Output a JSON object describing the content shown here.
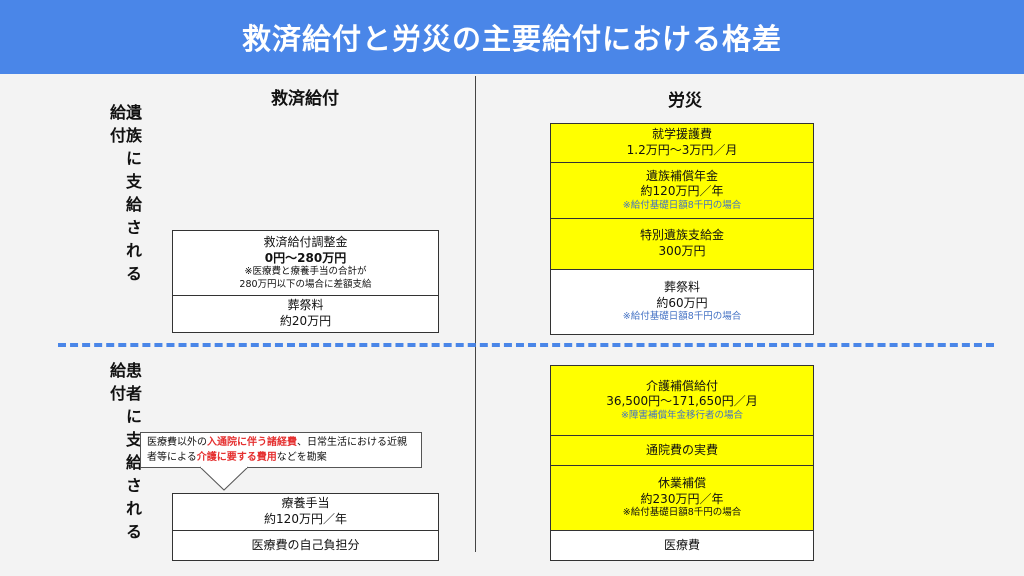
{
  "title": "救済給付と労災の主要給付における格差",
  "columns": {
    "left": "救済給付",
    "right": "労災"
  },
  "row_labels": {
    "top": "遺族に支給される給付",
    "bottom": "患者に支給される給付"
  },
  "left_top": {
    "adjustment": {
      "title": "救済給付調整金",
      "amount": "0円～280万円",
      "note_line1": "※医療費と療養手当の合計が",
      "note_line2": "280万円以下の場合に差額支給"
    },
    "funeral": {
      "title": "葬祭料",
      "amount": "約20万円"
    }
  },
  "right_top": {
    "education": {
      "title": "就学援護費",
      "amount": "1.2万円～3万円／月"
    },
    "pension": {
      "title": "遺族補償年金",
      "amount": "約120万円／年",
      "note": "※給付基礎日額8千円の場合"
    },
    "special": {
      "title": "特別遺族支給金",
      "amount": "300万円"
    },
    "funeral": {
      "title": "葬祭料",
      "amount": "約60万円",
      "note": "※給付基礎日額8千円の場合"
    }
  },
  "callout": {
    "p1": "医療費以外の",
    "r1": "入通院に伴う諸経費",
    "p2": "、日常生活にお",
    "p3": "ける近親者等による",
    "r2": "介護に要する費用",
    "p4": "などを勘案"
  },
  "left_bottom": {
    "allowance": {
      "title": "療養手当",
      "amount": "約120万円／年"
    },
    "copay": {
      "title": "医療費の自己負担分"
    }
  },
  "right_bottom": {
    "care": {
      "title": "介護補償給付",
      "amount": "36,500円～171,650円／月",
      "note": "※障害補償年金移行者の場合"
    },
    "commute": {
      "title": "通院費の実費"
    },
    "leave": {
      "title": "休業補償",
      "amount": "約230万円／年",
      "note": "※給付基礎日額8千円の場合"
    },
    "medical": {
      "title": "医療費"
    }
  }
}
